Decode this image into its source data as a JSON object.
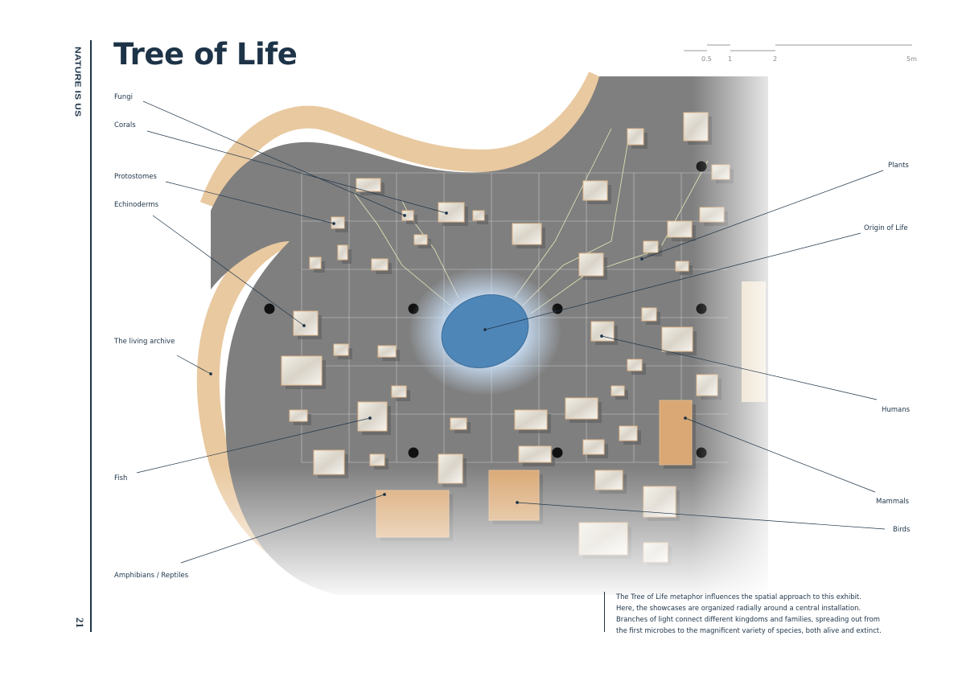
{
  "header": {
    "section": "NATURE IS US",
    "page_number": "21",
    "title": "Tree of Life"
  },
  "scale_bar": {
    "ticks": [
      "0.5",
      "1",
      "2",
      "5m"
    ]
  },
  "labels": {
    "fungi": "Fungi",
    "corals": "Corals",
    "protostomes": "Protostomes",
    "echinoderms": "Echinoderms",
    "living_archive": "The living archive",
    "fish": "Fish",
    "amphibians": "Amphibians / Reptiles",
    "plants": "Plants",
    "origin": "Origin of Life",
    "humans": "Humans",
    "mammals": "Mammals",
    "birds": "Birds"
  },
  "description": {
    "lines": [
      "The Tree of Life metaphor influences the spatial approach to this exhibit.",
      "Here, the showcases are organized radially around a central installation.",
      "Branches of light connect different kingdoms and families, spreading out from",
      "the first microbes to the magnificent variety of species, both alive and extinct."
    ]
  },
  "colors": {
    "ink": "#1d3347",
    "floor": "#7d7d7d",
    "wood": "#e8c9a0",
    "pool": "#4f86b8"
  }
}
